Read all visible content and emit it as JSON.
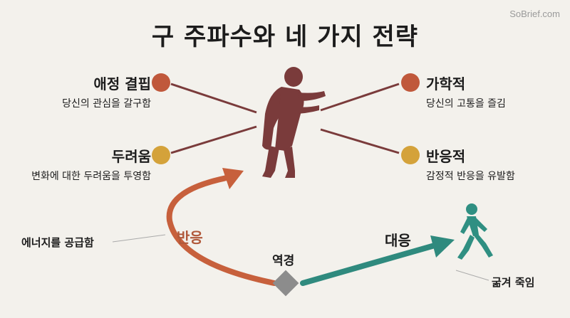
{
  "watermark": "SoBrief.com",
  "title": "구 주파수와 네 가지 전략",
  "strategies": {
    "attachment": {
      "name": "애정 결핍",
      "desc": "당신의 관심을 갈구함",
      "color": "#c0583b"
    },
    "sadistic": {
      "name": "가학적",
      "desc": "당신의 고통을 즐김",
      "color": "#c0583b"
    },
    "fear": {
      "name": "두려움",
      "desc": "변화에 대한 두려움을 투영함",
      "color": "#d4a23a"
    },
    "reactive": {
      "name": "반응적",
      "desc": "감정적 반응을 유발함",
      "color": "#d4a23a"
    }
  },
  "flow": {
    "supply": "에너지를 공급함",
    "reaction": "반응",
    "adversity": "역경",
    "response": "대응",
    "starve": "굶겨 죽임"
  },
  "colors": {
    "figure": "#7a3b3b",
    "walker": "#2f8f82",
    "reaction_arrow": "#c7603c",
    "response_arrow": "#2f8a7e",
    "diamond": "#8c8c8c",
    "lines": "#7a3b3b"
  }
}
